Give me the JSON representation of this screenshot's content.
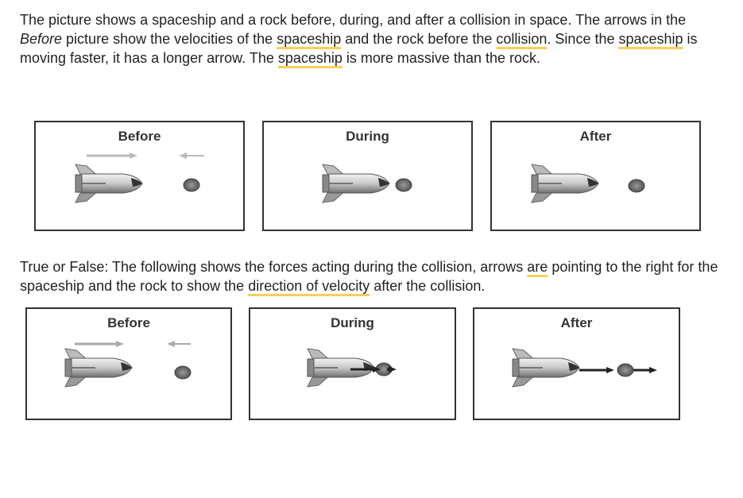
{
  "intro": {
    "t1": "The picture shows a spaceship and a rock before, during, and after a collision in space. The arrows in the ",
    "before_italic": "Before",
    "t2": " picture show the velocities of the ",
    "spaceship1": "spaceship",
    "t3": " and the rock before the ",
    "collision": "collision",
    "t4": ". Since the ",
    "spaceship2": "spaceship",
    "t5": " is moving faster, it has a longer arrow. The ",
    "spaceship3": "spaceship",
    "t6": " is more massive than the rock."
  },
  "question": {
    "t1": "True or False: The following shows the forces acting during the collision, arrows ",
    "are": "are",
    "t2": " pointing to the right for the spaceship and the rock to show the direction of velocity after the collision.",
    "t2a": " pointing to the right for the spaceship and the rock to show the ",
    "dov": "direction of velocity",
    "t3": " after the collision."
  },
  "top_panels": [
    {
      "title": "Before"
    },
    {
      "title": "During"
    },
    {
      "title": "After"
    }
  ],
  "bottom_panels": [
    {
      "title": "Before"
    },
    {
      "title": "During"
    },
    {
      "title": "After"
    }
  ],
  "colors": {
    "underline": "#f5cf5c",
    "border": "#333333"
  }
}
